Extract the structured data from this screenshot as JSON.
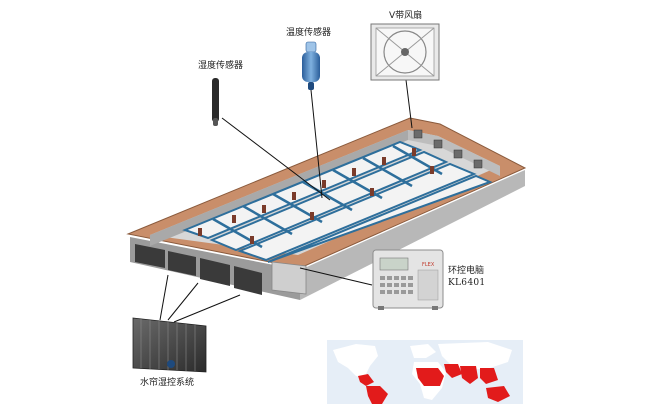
{
  "labels": {
    "humidity_sensor": "湿度传感器",
    "temperature_sensor": "温度传感器",
    "v_fan": "V带风扇",
    "controller": "环控电脑",
    "controller_model": "KL6401",
    "cooling_system": "水帘湿控系统",
    "controller_brand": "FLEX"
  },
  "colors": {
    "roof_rim": "#c98e6a",
    "floor": "#dcdcdc",
    "pen_floor": "#f2f2f2",
    "pen_dividers": "#2e6f9c",
    "walls": "#b5b5b5",
    "map_ocean": "#e6eef7",
    "map_land": "#ffffff",
    "map_highlight": "#e21b1b",
    "leader_lines": "#111111"
  },
  "icons": [
    "humidity-sensor-icon",
    "temperature-sensor-icon",
    "v-belt-fan-icon",
    "controller-device-icon",
    "cooling-pad-icon",
    "world-map-icon"
  ]
}
